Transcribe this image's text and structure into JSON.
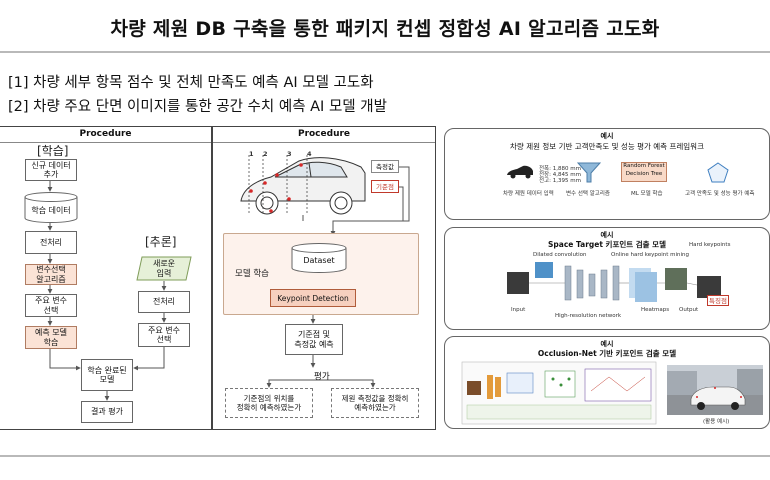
{
  "title": "차량 제원 DB 구축을 통한 패키지 컨셉 정합성 AI 알고리즘 고도화",
  "goals": [
    "[1] 차량 세부 항목 점수 및 전체 만족도 예측 AI 모델 고도화",
    "[2] 차량 주요 단면 이미지를 통한 공간 수치 예측 AI 모델 개발"
  ],
  "procedure1": {
    "header": "Procedure",
    "learn_label": "[학습]",
    "infer_label": "[추론]",
    "nodes": {
      "new_data": "신규 데이터\n추가",
      "train_db": "학습 데이터",
      "preprocess": "전처리",
      "var_select_algo": "변수선택\n알고리즘",
      "main_vars": "주요 변수\n선택",
      "pred_train": "예측 모델\n학습",
      "new_input": "새로운\n입력",
      "preprocess2": "전처리",
      "main_vars2": "주요 변수\n선택",
      "trained_model": "학습 완료된\n모델",
      "result_eval": "결과 평가"
    }
  },
  "procedure2": {
    "header": "Procedure",
    "measure_label": "측정값",
    "ref_point_label": "기준점",
    "car_markers": [
      "1",
      "2",
      "3",
      "4"
    ],
    "dataset": "Dataset",
    "model_train": "모델 학습",
    "keypoint": "Keypoint Detection",
    "predict": "기준점 및\n측정값 예측",
    "eval": "평가",
    "eval1": "기준점의 위치를\n정확히 예측하였는가",
    "eval2": "제원 측정값을 정확히\n예측하였는가"
  },
  "examples": [
    {
      "header": "예시",
      "subtitle": "차량 제원 정보 기반 고객만족도 및 성능 평가 예측 프레임워크",
      "specs": [
        "전폭: 1,880 mm",
        "전장: 4,845 mm",
        "전고: 1,395 mm"
      ],
      "forest_label": "Random Forest\nDecision Tree",
      "steps": [
        "차량 제원 데이터 입력",
        "변수 선택 알고리즘",
        "ML 모델 학습",
        "고객 만족도 및 성능 평가 예측"
      ]
    },
    {
      "header": "예시",
      "subtitle": "Space Target 키포인트 검출 모델",
      "labels": [
        "Dilated convolution",
        "Online hard keypoint mining",
        "Hard keypoints",
        "Input",
        "High-resolution network",
        "Heatmaps",
        "Output"
      ],
      "side_label": "특징점"
    },
    {
      "header": "예시",
      "subtitle": "Occlusion-Net 기반 키포인트 검출 모델",
      "photo_caption": "(활용 예시)"
    }
  ],
  "colors": {
    "pink_fill": "#fbe3d6",
    "keypoint_fill": "#f6d0bf",
    "model_area_fill": "#fdf2ec",
    "accent_red": "#c0392b"
  }
}
